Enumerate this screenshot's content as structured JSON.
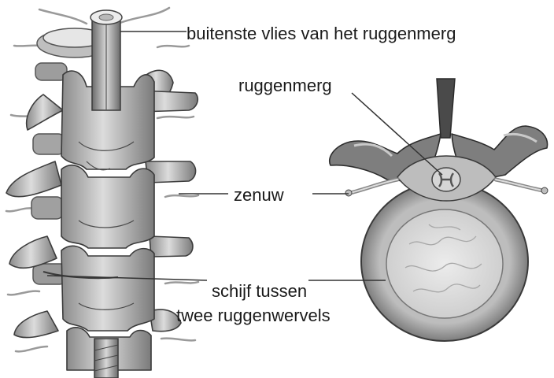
{
  "labels": {
    "dura": "buitenste vlies van het ruggenmerg",
    "spinal_cord": "ruggenmerg",
    "nerve": "zenuw",
    "disc_line1": "schijf tussen",
    "disc_line2": "twee ruggenwervels"
  },
  "colors": {
    "bone_light": "#d9d9d9",
    "bone_mid": "#a8a8a8",
    "bone_dark": "#5e5e5e",
    "leader_line": "#333333",
    "text": "#1a1a1a"
  }
}
